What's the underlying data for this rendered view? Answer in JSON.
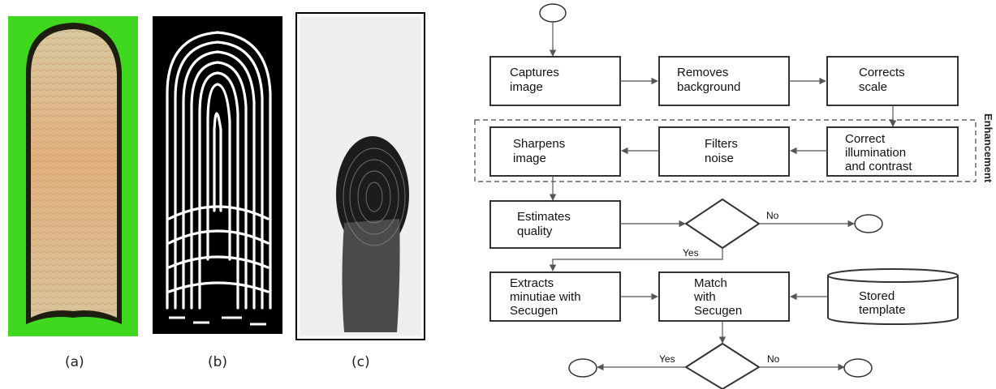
{
  "captions": {
    "a": "(a)",
    "b": "(b)",
    "c": "(c)"
  },
  "flowchart": {
    "nodes": {
      "captures": [
        "Captures",
        "image"
      ],
      "removes": [
        "Removes",
        "background"
      ],
      "scale": [
        "Corrects",
        "scale"
      ],
      "illumination": [
        "Correct",
        "illumination",
        "and contrast"
      ],
      "filters": [
        "Filters",
        "noise"
      ],
      "sharpens": [
        "Sharpens",
        "image"
      ],
      "quality": [
        "Estimates",
        "quality"
      ],
      "extracts": [
        "Extracts",
        "minutiae with",
        "Secugen"
      ],
      "match": [
        "Match",
        "with",
        "Secugen"
      ],
      "stored": [
        "Stored",
        "template"
      ]
    },
    "group_label": "Enhancement",
    "edge_labels": {
      "quality_no": "No",
      "quality_yes": "Yes",
      "match_yes": "Yes",
      "match_no": "No"
    }
  },
  "colors": {
    "finger_bg": "#3fd81f",
    "stroke": "#555555"
  }
}
